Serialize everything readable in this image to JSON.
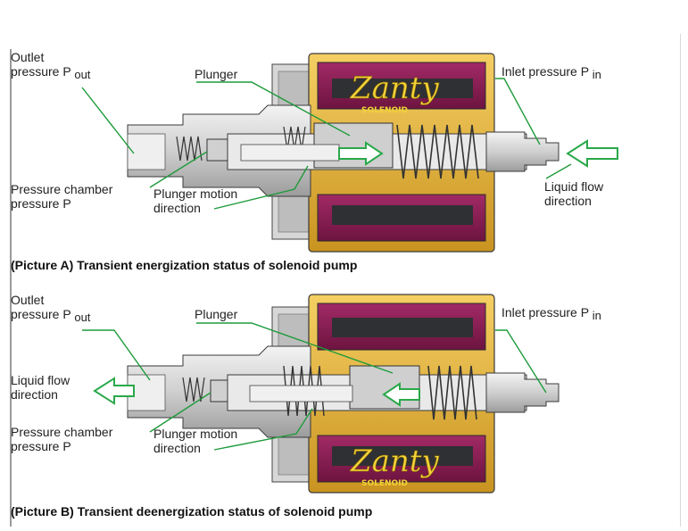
{
  "diagrams": [
    {
      "id": "A",
      "caption": "(Picture A) Transient energization status of solenoid pump",
      "labels": {
        "outlet_1": "Outlet",
        "outlet_2": "pressure P",
        "outlet_sub": "out",
        "plunger": "Plunger",
        "inlet": "Inlet pressure P",
        "inlet_sub": "in",
        "chamber_1": "Pressure chamber",
        "chamber_2": "pressure P",
        "motion_1": "Plunger motion",
        "motion_2": "direction",
        "flow_1": "Liquid flow",
        "flow_2": "direction"
      },
      "brand": "Zanty",
      "brand_sub": "SOLENOID"
    },
    {
      "id": "B",
      "caption": "(Picture B) Transient deenergization status of solenoid pump",
      "labels": {
        "outlet_1": "Outlet",
        "outlet_2": "pressure P",
        "outlet_sub": "out",
        "plunger": "Plunger",
        "inlet": "Inlet pressure P",
        "inlet_sub": "in",
        "flow_1": "Liquid flow",
        "flow_2": "direction",
        "chamber_1": "Pressure chamber",
        "chamber_2": "pressure P",
        "motion_1": "Plunger motion",
        "motion_2": "direction"
      },
      "brand": "Zanty",
      "brand_sub": "SOLENOID"
    }
  ],
  "colors": {
    "coil_gold": "#e6b43c",
    "coil_magenta": "#8c1e55",
    "coil_dark": "#2f3033",
    "body_gray": "#c9c9c9",
    "body_light": "#e4e4e4",
    "leader_green": "#1f9b3c",
    "arrow_green": "#2aa84a",
    "brand_yellow": "#f3d23a"
  }
}
